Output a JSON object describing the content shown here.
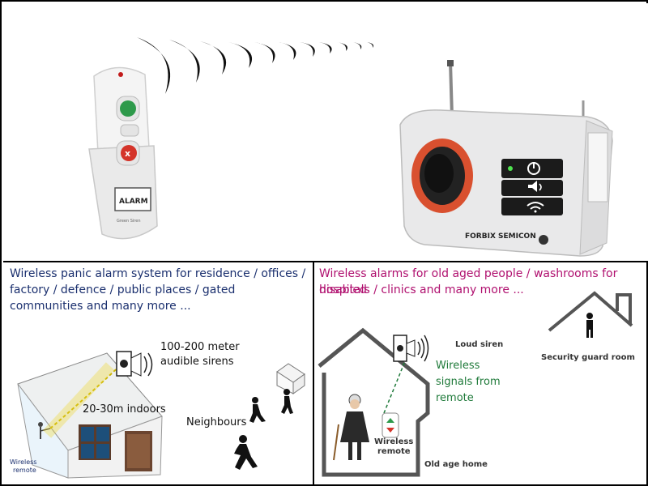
{
  "top_panel": {
    "remote": {
      "button_label": "ALARM",
      "brand_small": "Green Siren"
    },
    "siren_unit": {
      "brand": "FORBIX SEMICON"
    }
  },
  "left_panel": {
    "caption": "Wireless panic alarm system for residence / offices / factory / defence / public places / gated communities and many more ...",
    "labels": {
      "range": "100-200 meter",
      "sirens": "audible sirens",
      "indoors": "20-30m indoors",
      "neighbours": "Neighbours",
      "wireless": "Wireless",
      "remote": "remote"
    }
  },
  "right_panel": {
    "caption_line1": "Wireless alarms for old aged people / washrooms for disabled",
    "caption_line2": "hospitals / clinics and many more ...",
    "labels": {
      "loud_siren": "Loud siren",
      "security_room": "Security guard room",
      "wireless_signals_1": "Wireless",
      "wireless_signals_2": "signals from",
      "wireless_signals_3": "remote",
      "wireless_remote_1": "Wireless",
      "wireless_remote_2": "remote",
      "old_age_home": "Old age home"
    }
  },
  "colors": {
    "left_caption": "#1a2f6e",
    "right_caption": "#b0106f",
    "signal_text": "#1f7a3a"
  }
}
